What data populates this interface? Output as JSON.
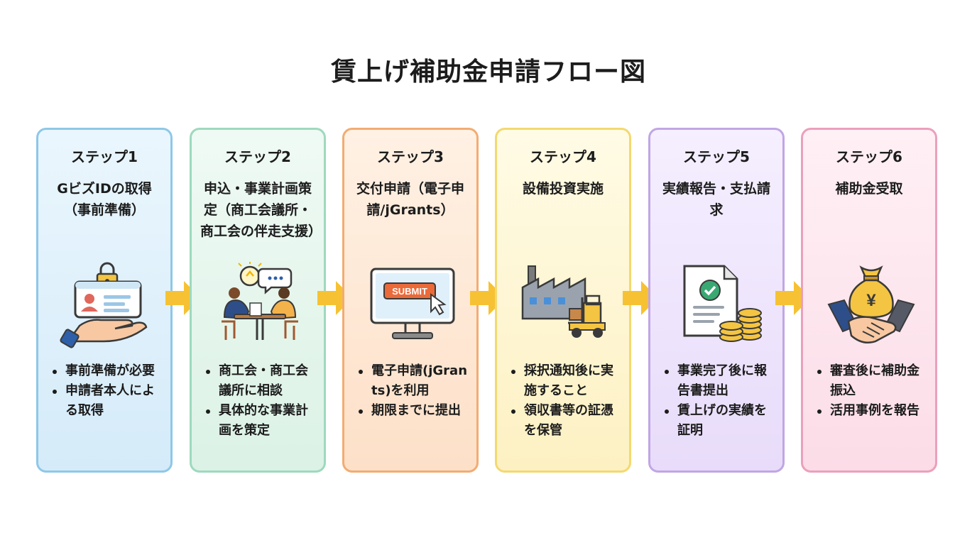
{
  "title": "賃上げ補助金申請フロー図",
  "colors": {
    "arrow": "#f6c233"
  },
  "steps": [
    {
      "label": "ステップ1",
      "name": "GビズIDの取得（事前準備）",
      "bullets": [
        "事前準備が必要",
        "申請者本人による取得"
      ],
      "icon": "id-card-hand-icon",
      "border": "#8ec8e8",
      "bg1": "#eaf6fd",
      "bg2": "#d5ebf9"
    },
    {
      "label": "ステップ2",
      "name": "申込・事業計画策定（商工会議所・商工会の伴走支援）",
      "bullets": [
        "商工会・商工会議所に相談",
        "具体的な事業計画を策定"
      ],
      "icon": "consultation-icon",
      "border": "#9ed9be",
      "bg1": "#effaf4",
      "bg2": "#dcf2e6"
    },
    {
      "label": "ステップ3",
      "name": "交付申請（電子申請/jGrants）",
      "bullets": [
        "電子申請(jGrants)を利用",
        "期限までに提出"
      ],
      "icon": "monitor-submit-icon",
      "icon_text": "SUBMIT",
      "border": "#f2ac72",
      "bg1": "#fff1e4",
      "bg2": "#fde0c8"
    },
    {
      "label": "ステップ4",
      "name": "設備投資実施",
      "bullets": [
        "採択通知後に実施すること",
        "領収書等の証憑を保管"
      ],
      "icon": "factory-forklift-icon",
      "border": "#f3d96f",
      "bg1": "#fffbe5",
      "bg2": "#fdf1c3"
    },
    {
      "label": "ステップ5",
      "name": "実績報告・支払請求",
      "bullets": [
        "事業完了後に報告書提出",
        "賃上げの実績を証明"
      ],
      "icon": "report-coins-icon",
      "border": "#c1a6e4",
      "bg1": "#f5efff",
      "bg2": "#e8dcfa"
    },
    {
      "label": "ステップ6",
      "name": "補助金受取",
      "bullets": [
        "審査後に補助金振込",
        "活用事例を報告"
      ],
      "icon": "money-bag-handshake-icon",
      "icon_text": "¥",
      "border": "#eba0bc",
      "bg1": "#fff0f5",
      "bg2": "#fbdce7"
    }
  ]
}
